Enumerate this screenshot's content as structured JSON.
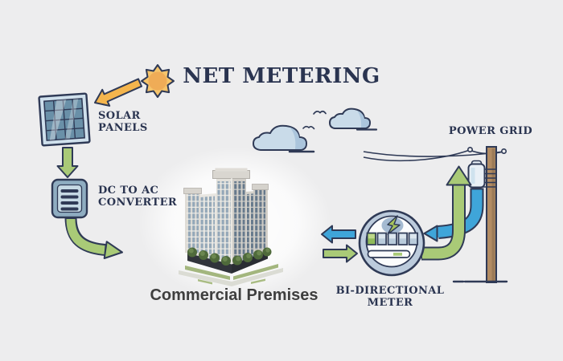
{
  "title": "NET METERING",
  "labels": {
    "solar_panels": "SOLAR\nPANELS",
    "converter": "DC TO AC\nCONVERTER",
    "premises": "Commercial Premises",
    "meter": "BI-DIRECTIONAL\nMETER",
    "power_grid": "POWER GRID"
  },
  "colors": {
    "bg": "#EDEDEE",
    "navy": "#2F3A56",
    "ink": "#2A3450",
    "green": "#A9CA77",
    "green_dark": "#8FBA5A",
    "blue": "#3FA5D9",
    "orange": "#F4B54D",
    "sun": "#F5C46B",
    "sun_core": "#EFAC57",
    "panel_frame": "#CFE0EC",
    "panel_cell": "#6A90A8",
    "steel": "#8FADC1",
    "steel_light": "#C6D9E4",
    "ring": "#BCCBDC",
    "face": "#FBFCFD",
    "blob": "#A4BAD1",
    "bolt_green": "#A6C25D",
    "cloud": "#C9DBE9",
    "cloud_dark": "#ABC5DC",
    "brown": "#B28C63",
    "transformer": "#E9F0F6",
    "wall_light": "#E8E6E1",
    "wall_dark": "#D6D3CC",
    "glass_light": "#93A7B8",
    "glass_dark": "#66798C",
    "base_dark": "#31343B",
    "tree": "#4F6A3B",
    "lawn": "#A3B67E",
    "walk": "#DBDCD4",
    "text_grey": "#3E3E3E"
  }
}
